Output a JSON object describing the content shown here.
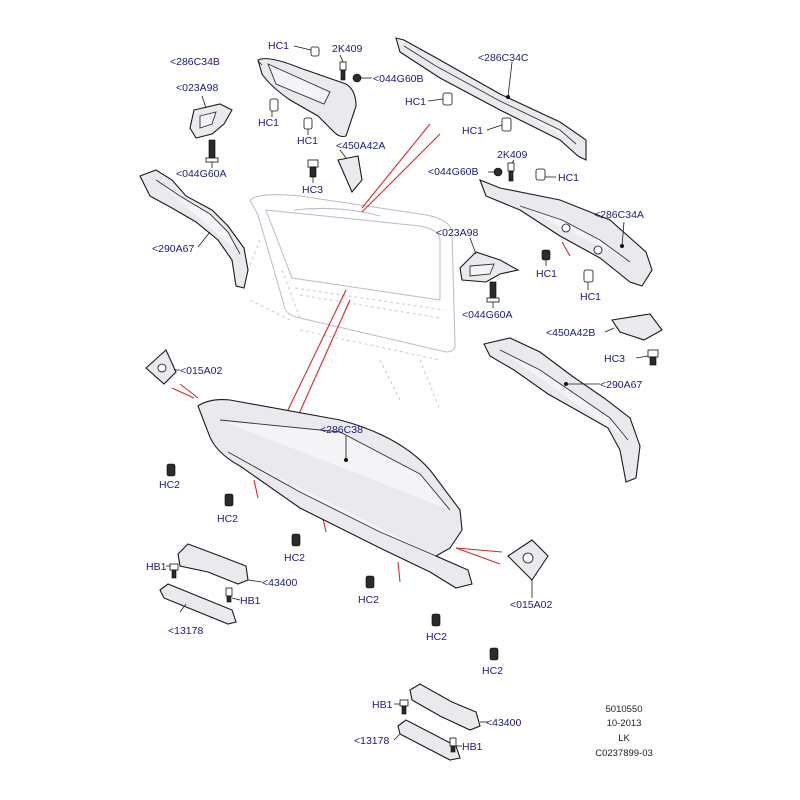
{
  "diagram": {
    "callouts": {
      "hc1_top": "HC1",
      "k409_top": "2K409",
      "c34b": "<286C34B",
      "c34c": "<286C34C",
      "g60b_top": "<044G60B",
      "a98_left": "<023A98",
      "hc1_left": "HC1",
      "hc1_mid": "HC1",
      "hc1_c34c_a": "HC1",
      "hc1_c34c_b": "HC1",
      "a42a": "<450A42A",
      "g60a_left": "<044G60A",
      "hc3_left": "HC3",
      "k409_right": "2K409",
      "g60b_right": "<044G60B",
      "hc1_right": "HC1",
      "c34a": "<286C34A",
      "a67_left": "<290A67",
      "a98_right": "<023A98",
      "hc1_right_b": "HC1",
      "hc1_right_c": "HC1",
      "g60a_right": "<044G60A",
      "a42b": "<450A42B",
      "hc3_right": "HC3",
      "a67_right": "<290A67",
      "a02_left": "<015A02",
      "c38": "<286C38",
      "hc2_a": "HC2",
      "hc2_b": "HC2",
      "hc2_c": "HC2",
      "hc2_d": "HC2",
      "hc2_e": "HC2",
      "hc2_f": "HC2",
      "hb1_a": "HB1",
      "p43400_a": "<43400",
      "hb1_b": "HB1",
      "p13178_a": "<13178",
      "a02_right": "<015A02",
      "hb1_c": "HB1",
      "p43400_b": "<43400",
      "p13178_b": "<13178",
      "hb1_d": "HB1"
    },
    "info_block": {
      "line1": "5010550",
      "line2": "10-2013",
      "line3": "LK",
      "line4": "C0237899-03"
    }
  }
}
